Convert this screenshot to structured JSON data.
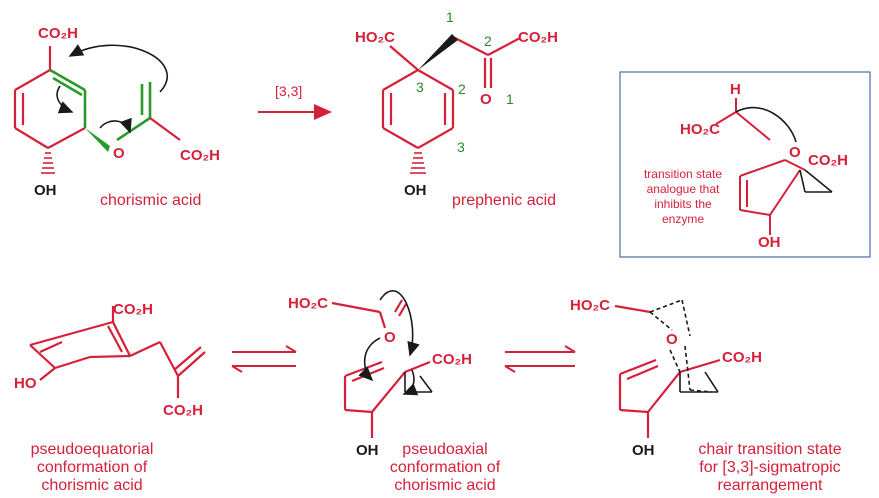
{
  "reaction": {
    "label": "[3,3]",
    "reactant": "chorismic acid",
    "product": "prephenic acid"
  },
  "atoms": {
    "co2h": "CO₂H",
    "ho2c": "HO₂C",
    "oh": "OH",
    "ho": "HO",
    "o": "O",
    "h": "H"
  },
  "numbering": [
    "1",
    "2",
    "3",
    "3",
    "2",
    "1"
  ],
  "inset": {
    "caption_lines": [
      "transition state",
      "analogue that",
      "inhibits the",
      "enzyme"
    ]
  },
  "bottom": {
    "left_lines": [
      "pseudoequatorial",
      "conformation of",
      "chorismic acid"
    ],
    "middle_lines": [
      "pseudoaxial",
      "conformation of",
      "chorismic acid"
    ],
    "right_lines": [
      "chair transition state",
      "for [3,3]-sigmatropic",
      "rearrangement"
    ]
  },
  "colors": {
    "structure": "#d6203a",
    "highlight": "#2a9a2a",
    "arrows": "#1a1a1a",
    "inset_border": "#4a6fa5"
  }
}
